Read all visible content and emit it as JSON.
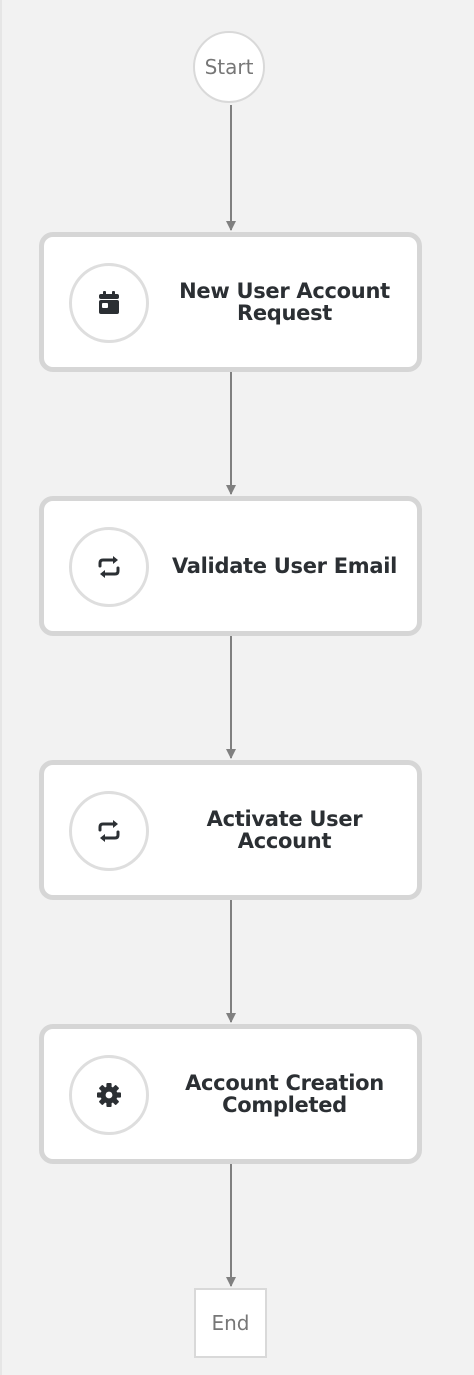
{
  "flow": {
    "start_label": "Start",
    "end_label": "End",
    "steps": [
      {
        "label": "New User Account\nRequest",
        "icon": "calendar-icon"
      },
      {
        "label": "Validate User Email",
        "icon": "repeat-icon"
      },
      {
        "label": "Activate User\nAccount",
        "icon": "repeat-icon"
      },
      {
        "label": "Account Creation\nCompleted",
        "icon": "gear-icon"
      }
    ]
  },
  "colors": {
    "canvas_background": "#f2f2f2",
    "card_border": "#d6d6d6",
    "connector": "#808080",
    "label_text": "#2b2f33",
    "terminal_text": "#777777"
  }
}
